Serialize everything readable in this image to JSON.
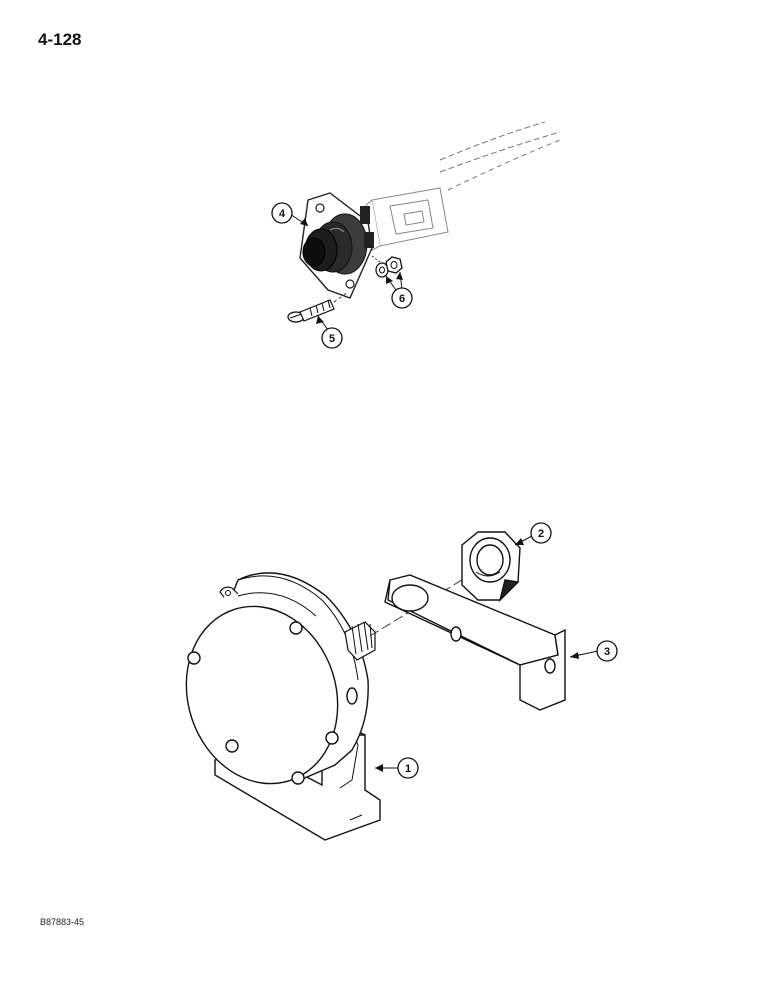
{
  "page": {
    "number": "4-128",
    "document_code": "B87883-45"
  },
  "callouts": [
    {
      "id": "1",
      "label": "1"
    },
    {
      "id": "2",
      "label": "2"
    },
    {
      "id": "3",
      "label": "3"
    },
    {
      "id": "4",
      "label": "4"
    },
    {
      "id": "5",
      "label": "5"
    },
    {
      "id": "6",
      "label": "6"
    }
  ]
}
